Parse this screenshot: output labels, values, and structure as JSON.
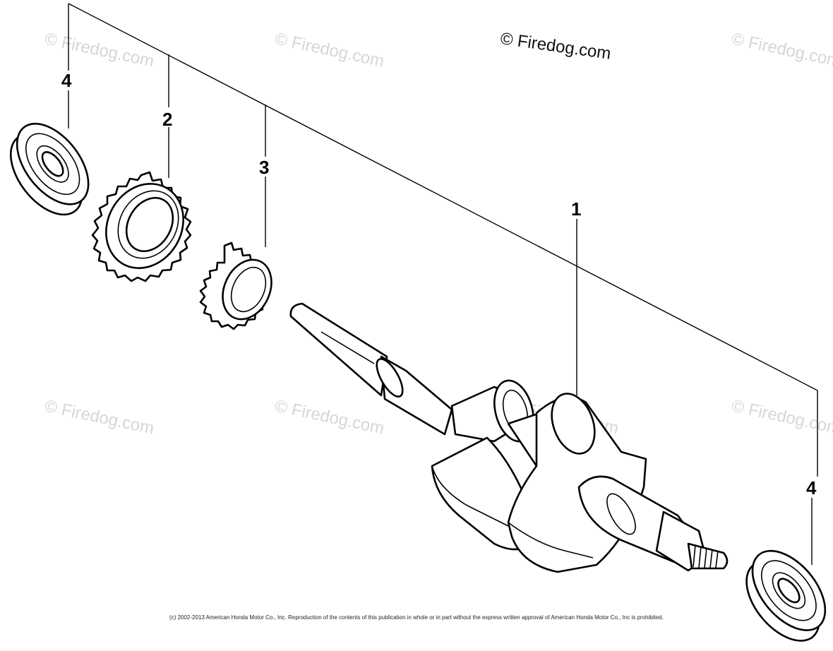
{
  "callouts": {
    "bearing_left": "4",
    "gear_large": "2",
    "gear_small": "3",
    "crankshaft": "1",
    "bearing_right": "4"
  },
  "watermark": {
    "main": "© Firedog.com",
    "repeated": "© Firedog.com"
  },
  "copyright": "(c) 2002-2013 American Honda Motor Co., Inc. Reproduction of the contents of this publication in whole or in part without the express written approval of American Honda Motor Co., Inc is prohibited.",
  "colors": {
    "line": "#000000",
    "watermark_faint": "#d6d6d6"
  }
}
